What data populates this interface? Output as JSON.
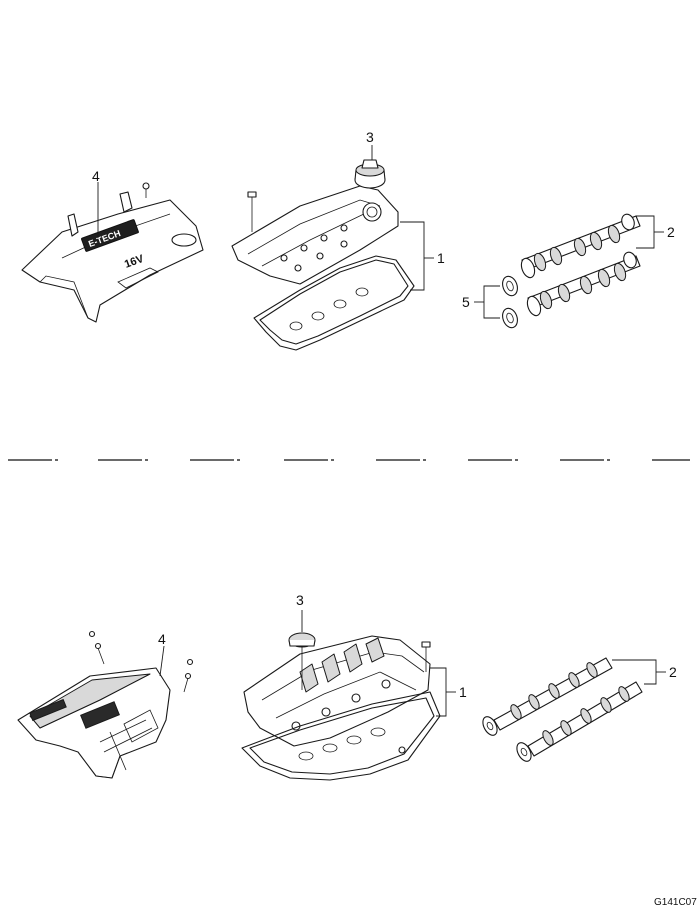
{
  "callouts": {
    "upper": {
      "valve_cover": "1",
      "camshafts": "2",
      "oil_cap": "3",
      "engine_cover": "4",
      "oil_seals": "5"
    },
    "lower": {
      "valve_cover": "1",
      "camshafts": "2",
      "oil_cap": "3",
      "engine_cover": "4"
    }
  },
  "logo_text": {
    "brand": "E-TECH",
    "engine": "16V"
  },
  "figure_code": "G141C07",
  "separator_segments": 8
}
